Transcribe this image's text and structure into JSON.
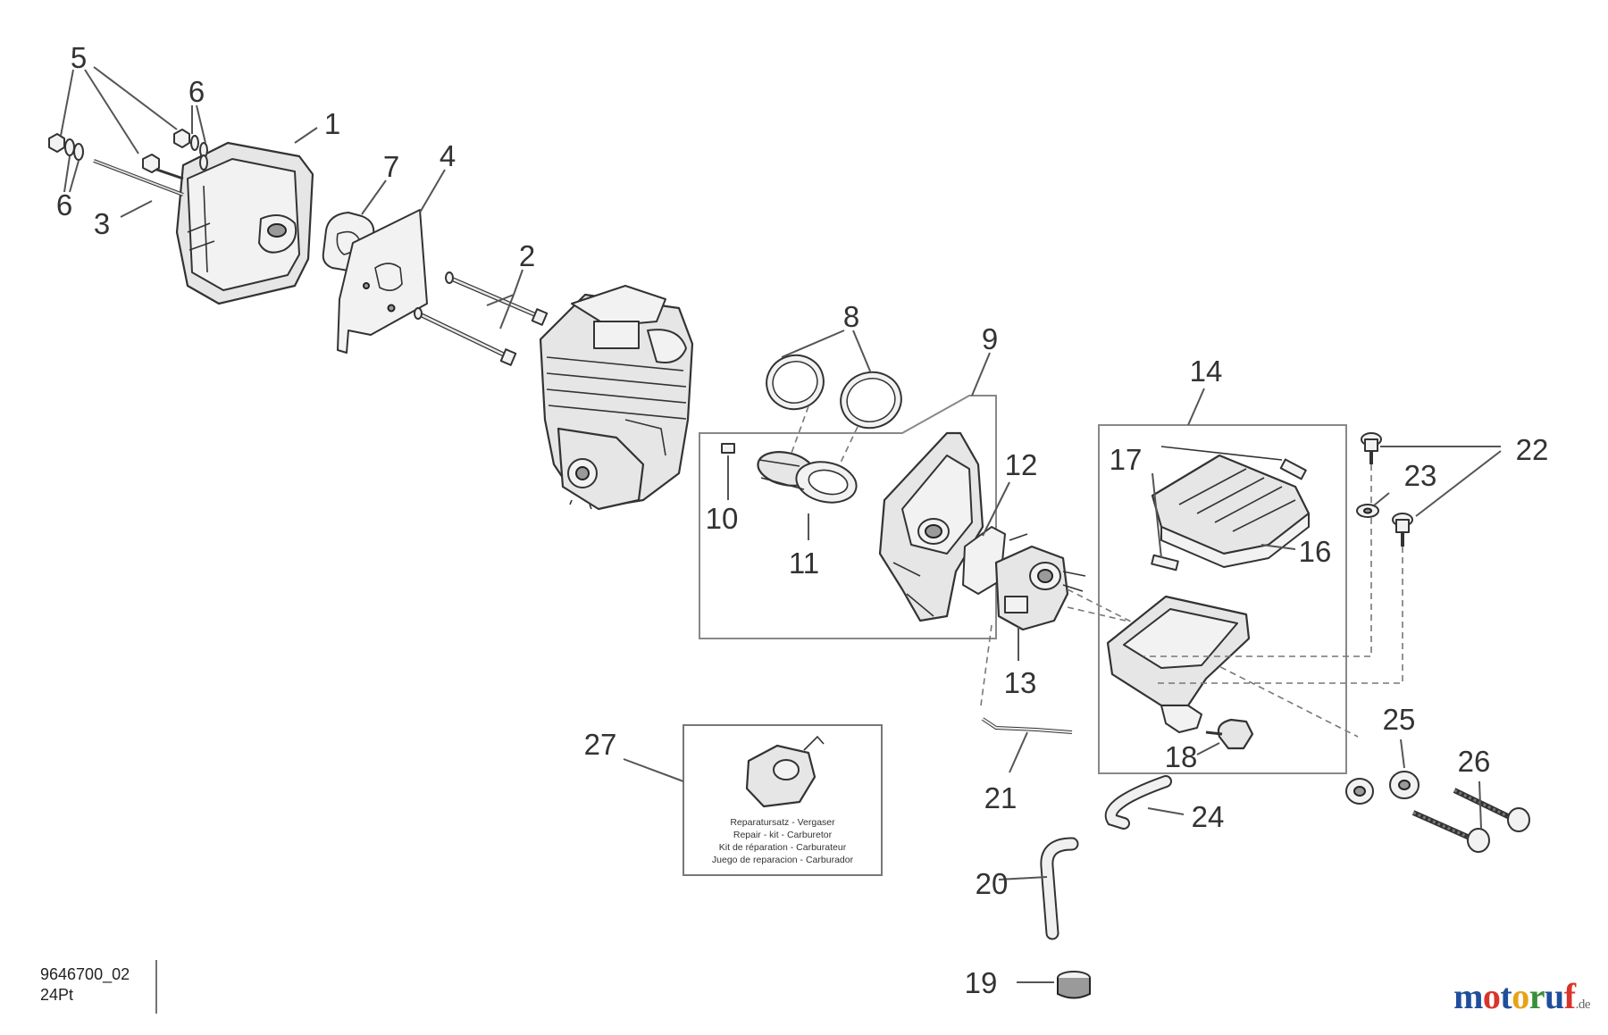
{
  "drawing": {
    "number": "9646700_02",
    "code": "24Pt"
  },
  "callouts": {
    "c1": "1",
    "c2": "2",
    "c3": "3",
    "c4": "4",
    "c5": "5",
    "c6a": "6",
    "c6b": "6",
    "c7": "7",
    "c8": "8",
    "c9": "9",
    "c10": "10",
    "c11": "11",
    "c12": "12",
    "c13": "13",
    "c14": "14",
    "c16": "16",
    "c17": "17",
    "c18": "18",
    "c19": "19",
    "c20": "20",
    "c21": "21",
    "c22": "22",
    "c23": "23",
    "c24": "24",
    "c25": "25",
    "c26": "26",
    "c27": "27"
  },
  "repair_kit": {
    "lines": [
      "Reparatursatz - Vergaser",
      "Repair - kit - Carburetor",
      "Kit de réparation - Carburateur",
      "Juego de reparacion - Carburador"
    ]
  },
  "watermark": {
    "letters": [
      "m",
      "o",
      "t",
      "o",
      "r",
      "u",
      "f"
    ],
    "colors": [
      "#1f4e9c",
      "#d9342b",
      "#1f4e9c",
      "#e8a215",
      "#3a8f3a",
      "#1f4e9c",
      "#d9342b"
    ],
    "tld": ".de"
  }
}
